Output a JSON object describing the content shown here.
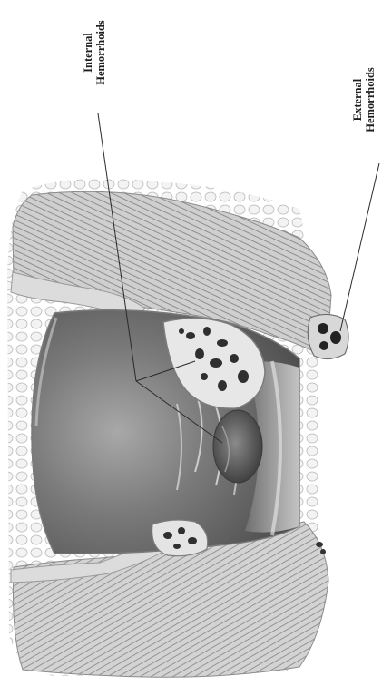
{
  "labels": {
    "internal_line1": "Internal",
    "internal_line2": "Hemorrhoids",
    "external_line1": "External",
    "external_line2": "Hemorrhoids"
  },
  "colors": {
    "background": "#ffffff",
    "tissue_light": "#d6d6d6",
    "tissue_mid": "#a9a9a9",
    "lumen_dark": "#5e5e5e",
    "lumen_light": "#9a9a9a",
    "leader_line": "#2a2a2a"
  }
}
